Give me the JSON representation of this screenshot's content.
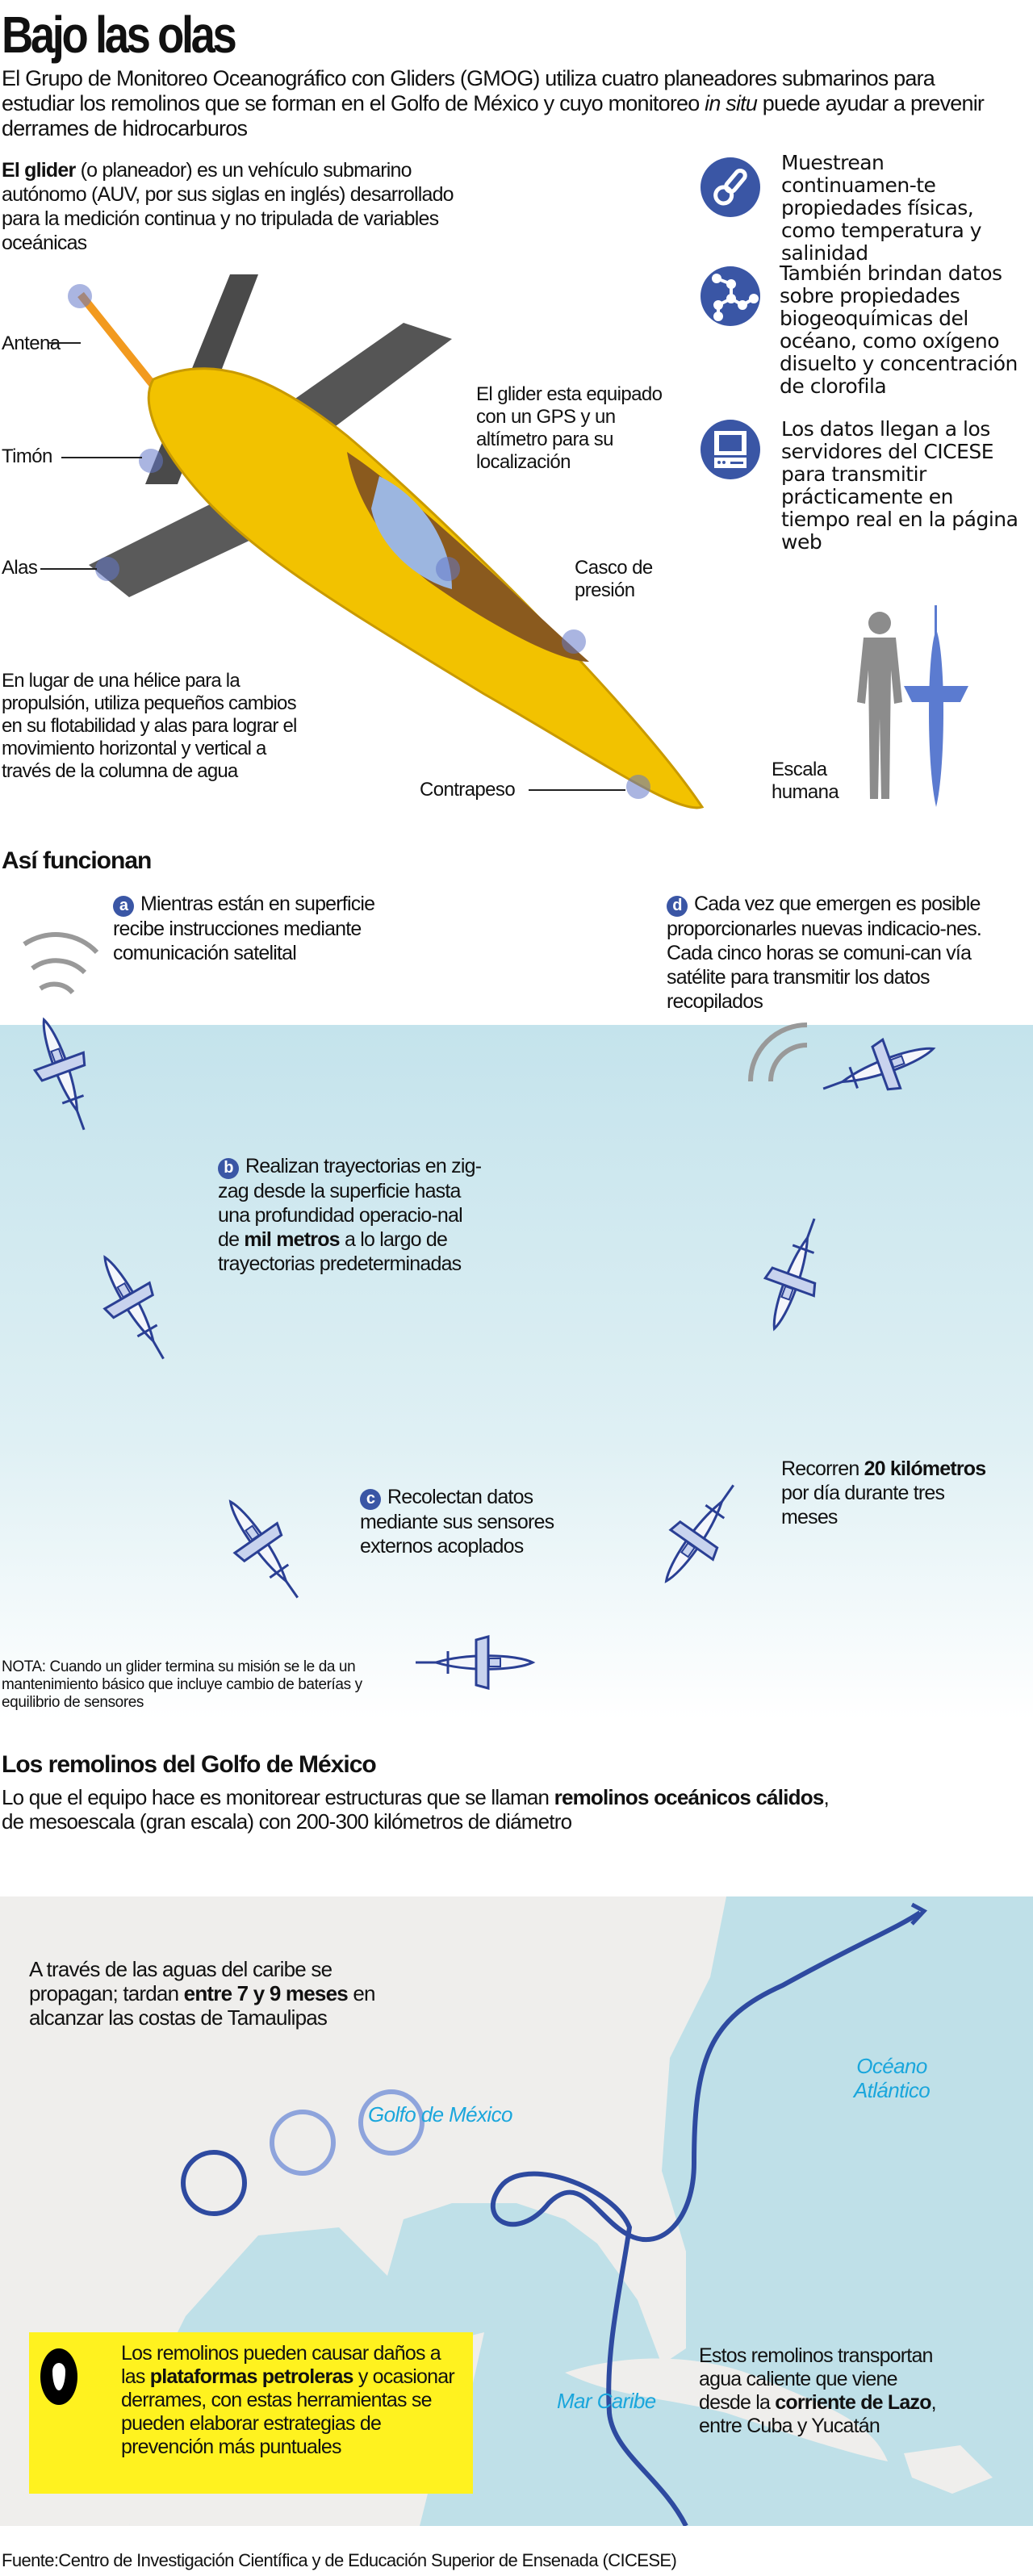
{
  "title": "Bajo las olas",
  "intro": {
    "before": "El Grupo de Monitoreo Oceanográfico con Gliders (GMOG) utiliza cuatro planeadores submarinos para estudiar los remolinos que se forman en el Golfo de México y cuyo monitoreo ",
    "italic": "in situ",
    "after": " puede ayudar a prevenir derrames de hidrocarburos"
  },
  "glider_desc": {
    "bold": "El glider",
    "rest": " (o planeador) es un vehículo submarino autónomo (AUV, por sus siglas en inglés) desarrollado para la medición continua y no tripulada de variables oceánicas"
  },
  "features": [
    {
      "icon": "thermometer-icon",
      "text": "Muestrean continuamen-te propiedades físicas, como temperatura y salinidad"
    },
    {
      "icon": "molecule-icon",
      "text": "También brindan datos sobre propiedades biogeoquímicas del océano, como oxígeno disuelto y concentración de clorofila"
    },
    {
      "icon": "computer-icon",
      "text": "Los datos llegan a los servidores del CICESE para transmitir prácticamente en tiempo real en la página web"
    }
  ],
  "parts": {
    "antena": "Antena",
    "timon": "Timón",
    "alas": "Alas",
    "gps": "El glider esta equipado con un GPS y un altímetro para su localización",
    "casco": "Casco de presión",
    "contrapeso": "Contrapeso"
  },
  "propulsion": "En lugar de una hélice para la propulsión, utiliza pequeños cambios en su flotabilidad y alas para lograr el movimiento horizontal y vertical a través de la columna de agua",
  "scale": "Escala humana",
  "how": {
    "heading": "Así funcionan",
    "a": {
      "letter": "a",
      "text": "Mientras están en superficie recibe instrucciones mediante comunicación satelital"
    },
    "b": {
      "letter": "b",
      "before": "Realizan trayectorias en zig-zag desde la superficie hasta una profundidad operacio-nal de ",
      "bold": "mil metros",
      "after": " a lo largo de trayectorias predeterminadas"
    },
    "c": {
      "letter": "c",
      "text": "Recolectan datos mediante sus sensores externos acoplados"
    },
    "d": {
      "letter": "d",
      "text": "Cada vez que emergen es posible proporcionarles nuevas indicacio-nes. Cada cinco horas se comuni-can vía satélite para transmitir los datos recopilados"
    },
    "distance": {
      "before": "Recorren ",
      "bold": "20 kilómetros",
      "after": " por día durante tres meses"
    },
    "note": "NOTA: Cuando un glider termina su misión se le da un mantenimiento básico que incluye cambio de baterías y equilibrio de sensores"
  },
  "eddies": {
    "heading": "Los remolinos del Golfo de México",
    "before": "Lo que el equipo hace es monitorear estructuras que se llaman ",
    "bold": "remolinos oceánicos cálidos",
    "after": ", de mesoescala (gran escala) con 200-300 kilómetros de diámetro"
  },
  "map": {
    "propagation": {
      "before": "A través de las aguas del caribe se propagan; tardan ",
      "bold": "entre 7 y 9 meses",
      "after": " en alcanzar las costas de Tamaulipas"
    },
    "gulf": "Golfo de México",
    "atlantic": "Océano Atlántico",
    "caribbean": "Mar Caribe",
    "warning": {
      "before": "Los remolinos pueden causar daños a las ",
      "bold": "plataformas petroleras",
      "after": " y ocasionar derrames, con estas herramientas se pueden elaborar estrategias de prevención más puntuales"
    },
    "loop": {
      "before": "Estos remolinos transportan agua caliente que viene desde la ",
      "bold": "corriente de Lazo",
      "after": ", entre Cuba y Yucatán"
    }
  },
  "source": "Fuente:Centro de Investigación Científica y de Educación Superior de Ensenada (CICESE)",
  "colors": {
    "accent": "#3a56a5",
    "glider": "#f2c200",
    "water": "#bfe0e8",
    "highlight": "#fff21f",
    "label_blue": "#1aa6dc"
  }
}
